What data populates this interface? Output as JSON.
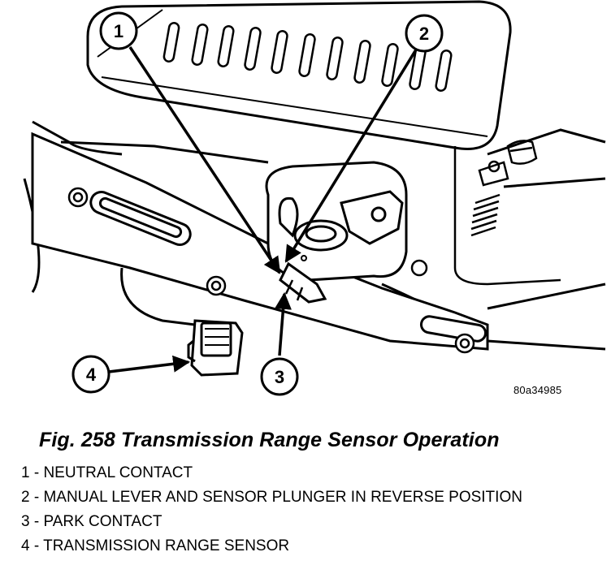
{
  "figure": {
    "callouts": [
      "1",
      "2",
      "3",
      "4"
    ],
    "reference_code": "80a34985",
    "colors": {
      "line": "#000000",
      "fill": "#ffffff"
    }
  },
  "caption": "Fig. 258 Transmission Range Sensor Operation",
  "legend": [
    "1 - NEUTRAL CONTACT",
    "2 - MANUAL LEVER AND SENSOR PLUNGER IN REVERSE POSITION",
    "3 - PARK CONTACT",
    "4 - TRANSMISSION RANGE SENSOR"
  ]
}
